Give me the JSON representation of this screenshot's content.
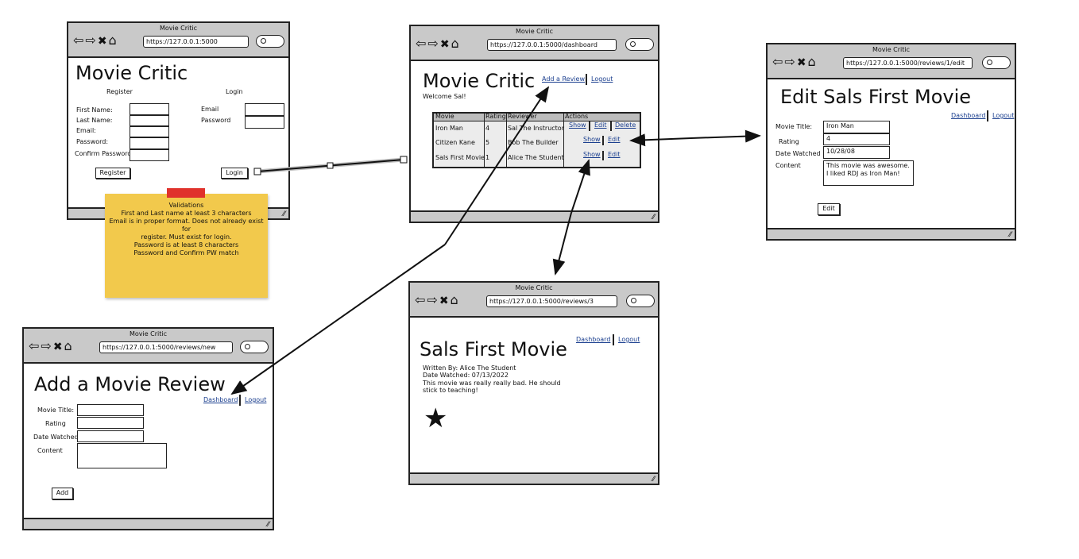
{
  "browser": {
    "window_title": "Movie Critic"
  },
  "register_window": {
    "url": "https://127.0.0.1:5000",
    "app_title": "Movie Critic",
    "register_heading": "Register",
    "login_heading": "Login",
    "first_name_label": "First Name:",
    "last_name_label": "Last Name:",
    "email_label": "Email:",
    "password_label": "Password:",
    "confirm_label": "Confirm Password:",
    "login_email_label": "Email",
    "login_password_label": "Password",
    "register_button": "Register",
    "login_button": "Login"
  },
  "sticky_note": {
    "title": "Validations",
    "lines": [
      "First and Last name at least 3 characters",
      "Email is in proper format. Does not already exist for",
      "register.  Must exist for login.",
      "Password is at least 8 characters",
      "Password and Confirm PW match"
    ]
  },
  "dashboard_window": {
    "url": "https://127.0.0.1:5000/dashboard",
    "app_title": "Movie Critic",
    "add_review_link": "Add a Review",
    "logout_link": "Logout",
    "welcome": "Welcome Sal!",
    "columns": [
      "Movie",
      "Rating",
      "Reviewer",
      "Actions"
    ],
    "rows": [
      {
        "movie": "Iron Man",
        "rating": "4",
        "reviewer": "Sal The Instructor",
        "actions": [
          "Show",
          "Edit",
          "Delete"
        ]
      },
      {
        "movie": "Citizen Kane",
        "rating": "5",
        "reviewer": "Bob The Builder",
        "actions": [
          "Show",
          "Edit"
        ]
      },
      {
        "movie": "Sals First Movie",
        "rating": "1",
        "reviewer": "Alice The Student",
        "actions": [
          "Show",
          "Edit"
        ]
      }
    ]
  },
  "edit_window": {
    "url": "https://127.0.0.1:5000/reviews/1/edit",
    "heading": "Edit Sals First Movie",
    "dashboard_link": "Dashboard",
    "logout_link": "Logout",
    "title_label": "Movie Title:",
    "title_value": "Iron Man",
    "rating_label": "Rating",
    "rating_value": "4",
    "date_label": "Date Watched",
    "date_value": "10/28/08",
    "content_label": "Content",
    "content_value": "This movie was awesome. I liked RDJ as Iron Man!",
    "edit_button": "Edit"
  },
  "show_window": {
    "url": "https://127.0.0.1:5000/reviews/3",
    "heading": "Sals First Movie",
    "dashboard_link": "Dashboard",
    "logout_link": "Logout",
    "written_by": "Written By: Alice The Student",
    "date_watched": "Date Watched: 07/13/2022",
    "content_line1": "This movie was really really bad.  He should",
    "content_line2": "stick to teaching!",
    "star_icon": "star-icon"
  },
  "new_window": {
    "url": "https://127.0.0.1:5000/reviews/new",
    "heading": "Add a Movie Review",
    "dashboard_link": "Dashboard",
    "logout_link": "Logout",
    "title_label": "Movie Title:",
    "rating_label": "Rating",
    "date_label": "Date Watched",
    "content_label": "Content",
    "add_button": "Add"
  },
  "colors": {
    "chrome": "#c9c9c9",
    "link": "#1b3f8f",
    "sticky": "#f2c94c",
    "tape": "#e0322c"
  }
}
